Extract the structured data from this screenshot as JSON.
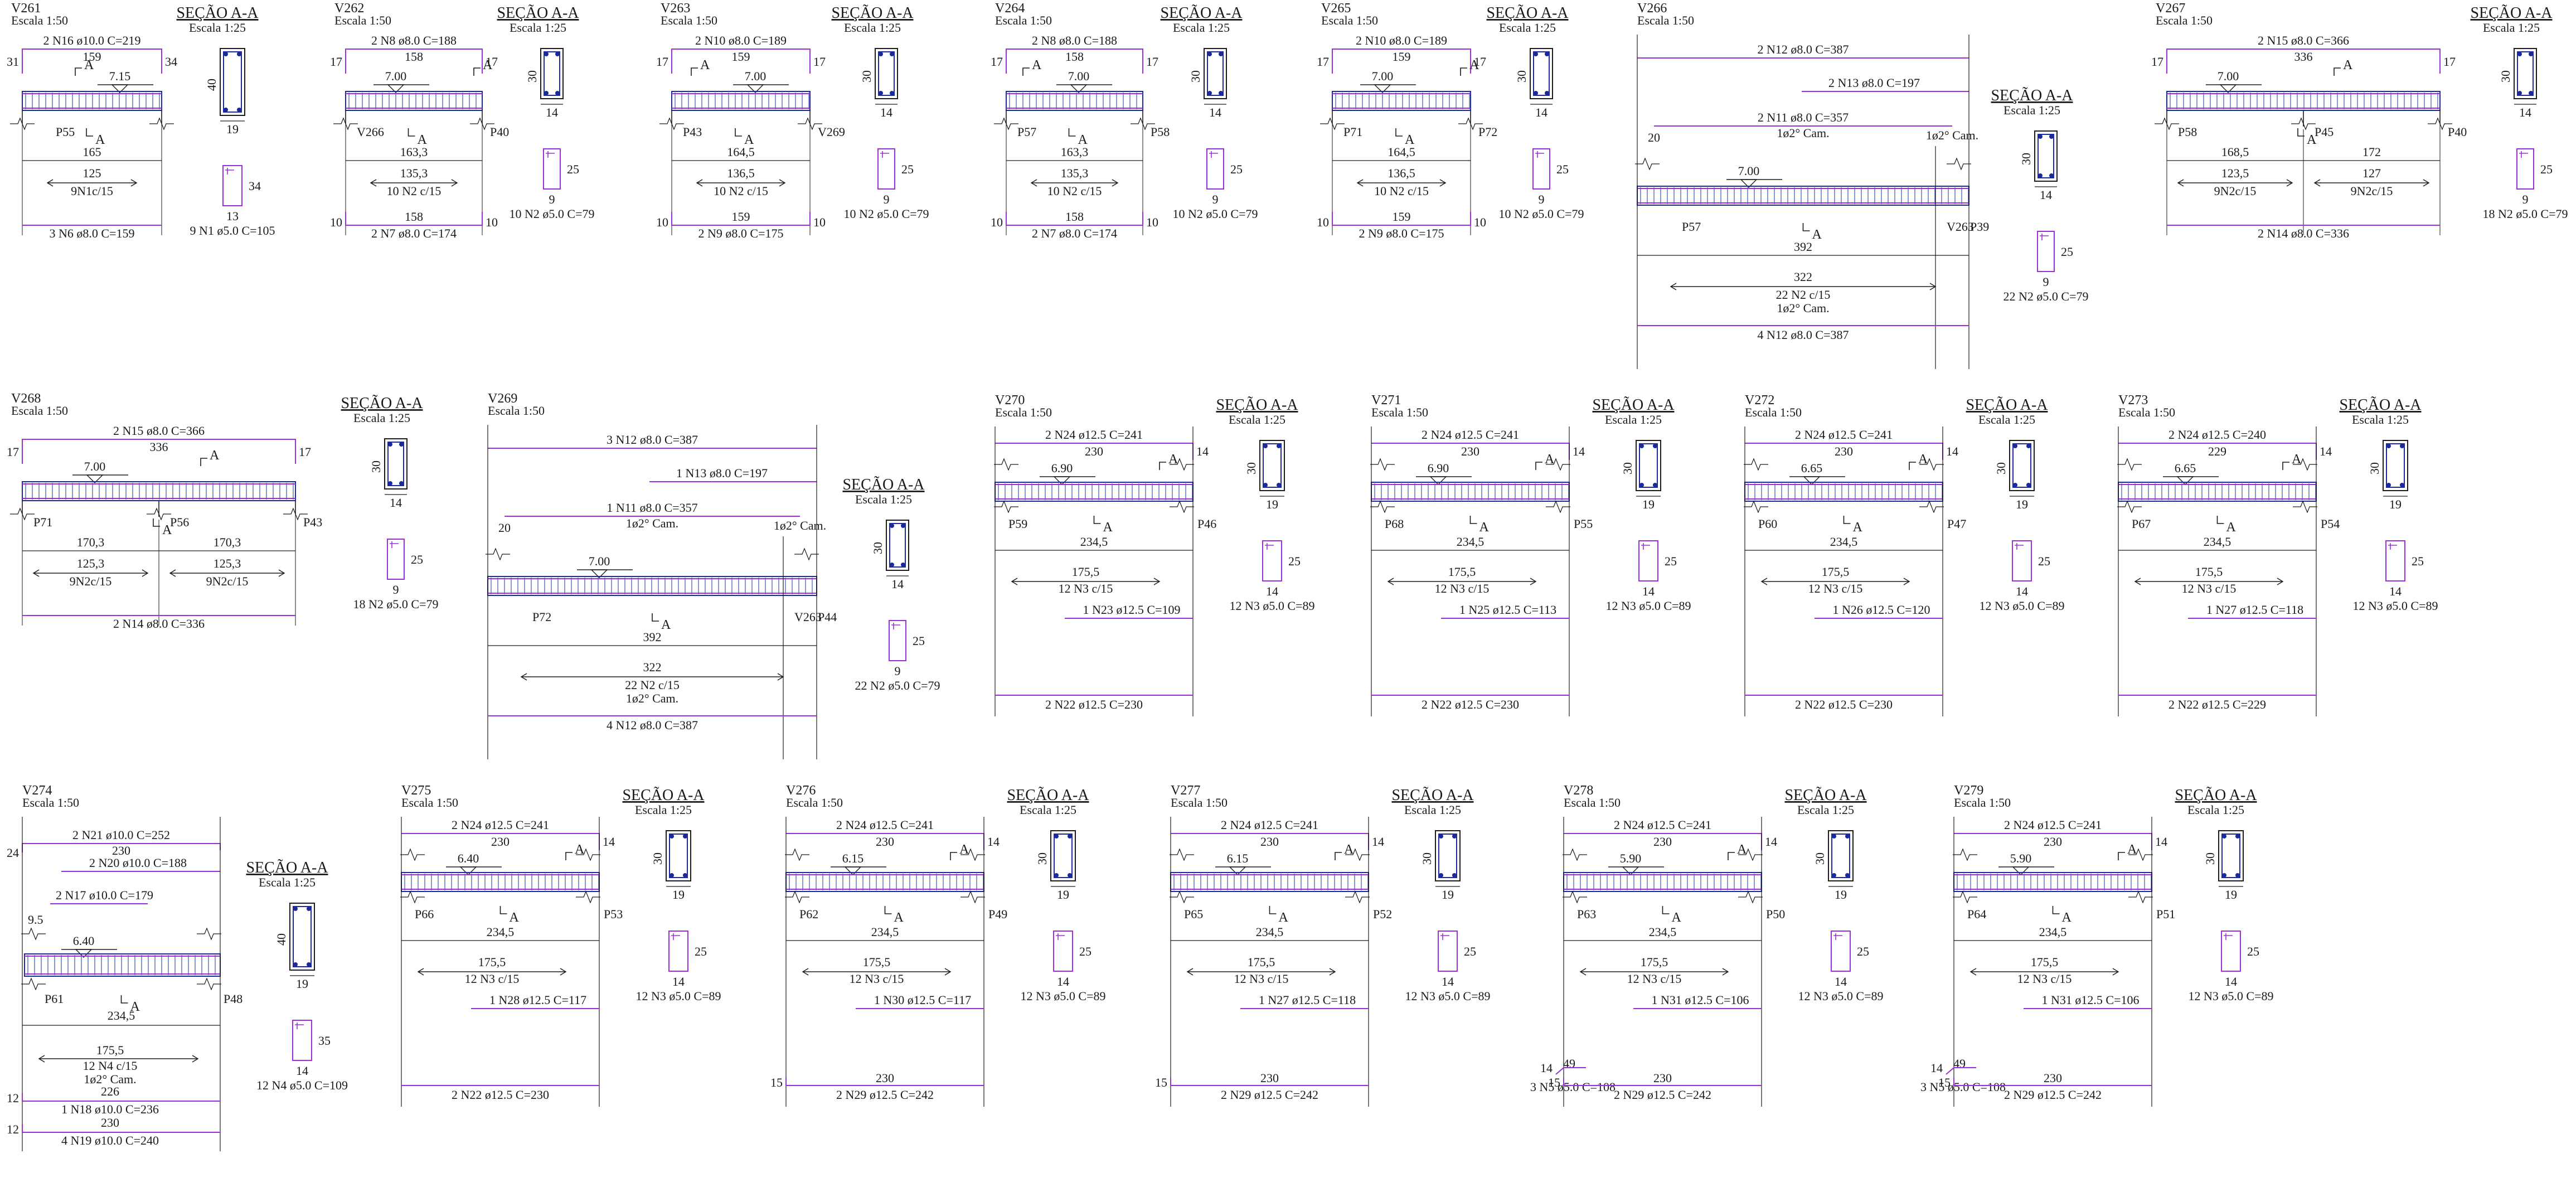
{
  "colors": {
    "rebar_long": "#9b30d9",
    "rebar_stirrup": "#9b30d9",
    "concrete": "#1a1a1a",
    "section_bar": "#1a2a9a",
    "text": "#1a1a1a",
    "background": "#ffffff"
  },
  "section_title": "SEÇÃO A-A",
  "section_scale": "Escala 1:25",
  "beams": [
    {
      "id": "V261",
      "scale": "Escala 1:50",
      "top_label": "2 N16 ø10.0 C=219",
      "top_dim": "159",
      "left_hook": "31",
      "right_hook": "34",
      "level": "7.15",
      "supports": [
        "P55"
      ],
      "span_label": "165",
      "stirrup_dist": "125",
      "stirrup_count": "9N1c/15",
      "bottom_label": "3 N6 ø8.0 C=159",
      "sec_h": "40",
      "sec_w": "19",
      "stir_h": "34",
      "stir_w": "13",
      "stir_label": "9 N1 ø5.0 C=105"
    },
    {
      "id": "V262",
      "scale": "Escala 1:50",
      "top_label": "2 N8 ø8.0 C=188",
      "top_dim": "158",
      "left_hook": "17",
      "right_hook": "17",
      "level": "7.00",
      "supports": [
        "V266",
        "P40"
      ],
      "span_label": "163,3",
      "stirrup_dist": "135,3",
      "stirrup_count": "10 N2 c/15",
      "bottom_dim": "158",
      "bottom_hooks": [
        "10",
        "10"
      ],
      "bottom_label": "2 N7 ø8.0 C=174",
      "sec_h": "30",
      "sec_w": "14",
      "stir_h": "25",
      "stir_w": "9",
      "stir_label": "10 N2 ø5.0 C=79"
    },
    {
      "id": "V263",
      "scale": "Escala 1:50",
      "top_label": "2 N10 ø8.0 C=189",
      "top_dim": "159",
      "left_hook": "17",
      "right_hook": "17",
      "level": "7.00",
      "supports": [
        "P43",
        "V269"
      ],
      "span_label": "164,5",
      "stirrup_dist": "136,5",
      "stirrup_count": "10 N2 c/15",
      "bottom_dim": "159",
      "bottom_hooks": [
        "10",
        "10"
      ],
      "bottom_label": "2 N9 ø8.0 C=175",
      "sec_h": "30",
      "sec_w": "14",
      "stir_h": "25",
      "stir_w": "9",
      "stir_label": "10 N2 ø5.0 C=79"
    },
    {
      "id": "V264",
      "scale": "Escala 1:50",
      "top_label": "2 N8 ø8.0 C=188",
      "top_dim": "158",
      "left_hook": "17",
      "right_hook": "17",
      "level": "7.00",
      "supports": [
        "P57",
        "P58"
      ],
      "span_label": "163,3",
      "stirrup_dist": "135,3",
      "stirrup_count": "10 N2 c/15",
      "bottom_dim": "158",
      "bottom_hooks": [
        "10",
        "10"
      ],
      "bottom_label": "2 N7 ø8.0 C=174",
      "sec_h": "30",
      "sec_w": "14",
      "stir_h": "25",
      "stir_w": "9",
      "stir_label": "10 N2 ø5.0 C=79"
    },
    {
      "id": "V265",
      "scale": "Escala 1:50",
      "top_label": "2 N10 ø8.0 C=189",
      "top_dim": "159",
      "left_hook": "17",
      "right_hook": "17",
      "level": "7.00",
      "supports": [
        "P71",
        "P72"
      ],
      "span_label": "164,5",
      "stirrup_dist": "136,5",
      "stirrup_count": "10 N2 c/15",
      "bottom_dim": "159",
      "bottom_hooks": [
        "10",
        "10"
      ],
      "bottom_label": "2 N9 ø8.0 C=175",
      "sec_h": "30",
      "sec_w": "14",
      "stir_h": "25",
      "stir_w": "9",
      "stir_label": "10 N2 ø5.0 C=79"
    },
    {
      "id": "V266",
      "scale": "Escala 1:50",
      "bars": [
        "2 N12 ø8.0 C=387",
        "2 N13 ø8.0 C=197",
        "2 N11 ø8.0 C=357",
        "1ø2° Cam.",
        "1ø2° Cam.",
        "20"
      ],
      "level": "7.00",
      "supports": [
        "P57",
        "V263",
        "P39"
      ],
      "span_label": "392",
      "stirrup_dist": "322",
      "stirrup_count": "22 N2 c/15",
      "stirrup_note": "1ø2° Cam.",
      "bottom_label": "4 N12 ø8.0 C=387",
      "sec_h": "30",
      "sec_w": "14",
      "stir_h": "25",
      "stir_w": "9",
      "stir_label": "22 N2 ø5.0 C=79"
    },
    {
      "id": "V267",
      "scale": "Escala 1:50",
      "top_label": "2 N15 ø8.0 C=366",
      "top_dim": "336",
      "left_hook": "17",
      "right_hook": "17",
      "level": "7.00",
      "supports": [
        "P58",
        "P45",
        "P40"
      ],
      "span_labels": [
        "168,5",
        "172"
      ],
      "stirrup_dists": [
        "123,5",
        "127"
      ],
      "stirrup_counts": [
        "9N2c/15",
        "9N2c/15"
      ],
      "bottom_label": "2 N14 ø8.0 C=336",
      "sec_h": "30",
      "sec_w": "14",
      "stir_h": "25",
      "stir_w": "9",
      "stir_label": "18 N2 ø5.0 C=79"
    },
    {
      "id": "V268",
      "scale": "Escala 1:50",
      "top_label": "2 N15 ø8.0 C=366",
      "top_dim": "336",
      "left_hook": "17",
      "right_hook": "17",
      "level": "7.00",
      "supports": [
        "P71",
        "P56",
        "P43"
      ],
      "span_labels": [
        "170,3",
        "170,3"
      ],
      "stirrup_dists": [
        "125,3",
        "125,3"
      ],
      "stirrup_counts": [
        "9N2c/15",
        "9N2c/15"
      ],
      "bottom_label": "2 N14 ø8.0 C=336",
      "sec_h": "30",
      "sec_w": "14",
      "stir_h": "25",
      "stir_w": "9",
      "stir_label": "18 N2 ø5.0 C=79"
    },
    {
      "id": "V269",
      "scale": "Escala 1:50",
      "bars": [
        "3 N12 ø8.0 C=387",
        "1 N13 ø8.0 C=197",
        "1 N11 ø8.0 C=357",
        "1ø2° Cam.",
        "1ø2° Cam.",
        "20"
      ],
      "level": "7.00",
      "supports": [
        "P72",
        "V263",
        "P44"
      ],
      "span_label": "392",
      "stirrup_dist": "322",
      "stirrup_count": "22 N2 c/15",
      "stirrup_note": "1ø2° Cam.",
      "bottom_label": "4 N12 ø8.0 C=387",
      "sec_h": "30",
      "sec_w": "14",
      "stir_h": "25",
      "stir_w": "9",
      "stir_label": "22 N2 ø5.0 C=79"
    },
    {
      "id": "V270",
      "scale": "Escala 1:50",
      "top_label": "2 N24 ø12.5 C=241",
      "top_dim": "230",
      "right_hook": "14",
      "level": "6.90",
      "supports": [
        "P59",
        "P46"
      ],
      "span_label": "234,5",
      "stirrup_dist": "175,5",
      "stirrup_count": "12 N3 c/15",
      "extra_bar": "1 N23 ø12.5 C=109",
      "bottom_label": "2 N22 ø12.5 C=230",
      "sec_h": "30",
      "sec_w": "19",
      "stir_h": "25",
      "stir_w": "14",
      "stir_label": "12 N3 ø5.0 C=89"
    },
    {
      "id": "V271",
      "scale": "Escala 1:50",
      "top_label": "2 N24 ø12.5 C=241",
      "top_dim": "230",
      "right_hook": "14",
      "level": "6.90",
      "supports": [
        "P68",
        "P55"
      ],
      "span_label": "234,5",
      "stirrup_dist": "175,5",
      "stirrup_count": "12 N3 c/15",
      "extra_bar": "1 N25 ø12.5 C=113",
      "bottom_label": "2 N22 ø12.5 C=230",
      "sec_h": "30",
      "sec_w": "19",
      "stir_h": "25",
      "stir_w": "14",
      "stir_label": "12 N3 ø5.0 C=89"
    },
    {
      "id": "V272",
      "scale": "Escala 1:50",
      "top_label": "2 N24 ø12.5 C=241",
      "top_dim": "230",
      "right_hook": "14",
      "level": "6.65",
      "supports": [
        "P60",
        "P47"
      ],
      "span_label": "234,5",
      "stirrup_dist": "175,5",
      "stirrup_count": "12 N3 c/15",
      "extra_bar": "1 N26 ø12.5 C=120",
      "bottom_label": "2 N22 ø12.5 C=230",
      "sec_h": "30",
      "sec_w": "19",
      "stir_h": "25",
      "stir_w": "14",
      "stir_label": "12 N3 ø5.0 C=89"
    },
    {
      "id": "V273",
      "scale": "Escala 1:50",
      "top_label": "2 N24 ø12.5 C=240",
      "top_dim": "229",
      "right_hook": "14",
      "level": "6.65",
      "supports": [
        "P67",
        "P54"
      ],
      "span_label": "234,5",
      "stirrup_dist": "175,5",
      "stirrup_count": "12 N3 c/15",
      "extra_bar": "1 N27 ø12.5 C=118",
      "bottom_label": "2 N22 ø12.5 C=229",
      "sec_h": "30",
      "sec_w": "19",
      "stir_h": "25",
      "stir_w": "14",
      "stir_label": "12 N3 ø5.0 C=89"
    },
    {
      "id": "V274",
      "scale": "Escala 1:50",
      "bars": [
        "2 N21 ø10.0 C=252",
        "230",
        "2 N20 ø10.0 C=188",
        "2 N17 ø10.0 C=179",
        "24",
        "9.5"
      ],
      "level": "6.40",
      "supports": [
        "P61",
        "P48"
      ],
      "span_label": "234,5",
      "stirrup_dist": "175,5",
      "stirrup_count": "12 N4 c/15",
      "stirrup_note": "1ø2° Cam.",
      "low_bars": [
        "226",
        "1 N18 ø10.0 C=236",
        "230",
        "4 N19 ø10.0 C=240",
        "12",
        "12"
      ],
      "sec_h": "40",
      "sec_w": "19",
      "stir_h": "35",
      "stir_w": "14",
      "stir_label": "12 N4 ø5.0 C=109"
    },
    {
      "id": "V275",
      "scale": "Escala 1:50",
      "top_label": "2 N24 ø12.5 C=241",
      "top_dim": "230",
      "right_hook": "14",
      "level": "6.40",
      "supports": [
        "P66",
        "P53"
      ],
      "span_label": "234,5",
      "stirrup_dist": "175,5",
      "stirrup_count": "12 N3 c/15",
      "extra_bar": "1 N28 ø12.5 C=117",
      "bottom_label": "2 N22 ø12.5 C=230",
      "sec_h": "30",
      "sec_w": "19",
      "stir_h": "25",
      "stir_w": "14",
      "stir_label": "12 N3 ø5.0 C=89"
    },
    {
      "id": "V276",
      "scale": "Escala 1:50",
      "top_label": "2 N24 ø12.5 C=241",
      "top_dim": "230",
      "right_hook": "14",
      "level": "6.15",
      "supports": [
        "P62",
        "P49"
      ],
      "span_label": "234,5",
      "stirrup_dist": "175,5",
      "stirrup_count": "12 N3 c/15",
      "extra_bar": "1 N30 ø12.5 C=117",
      "bottom_dim": "230",
      "bottom_hook": "15",
      "bottom_label": "2 N29 ø12.5 C=242",
      "sec_h": "30",
      "sec_w": "19",
      "stir_h": "25",
      "stir_w": "14",
      "stir_label": "12 N3 ø5.0 C=89"
    },
    {
      "id": "V277",
      "scale": "Escala 1:50",
      "top_label": "2 N24 ø12.5 C=241",
      "top_dim": "230",
      "right_hook": "14",
      "level": "6.15",
      "supports": [
        "P65",
        "P52"
      ],
      "span_label": "234,5",
      "stirrup_dist": "175,5",
      "stirrup_count": "12 N3 c/15",
      "extra_bar": "1 N27 ø12.5 C=118",
      "bottom_dim": "230",
      "bottom_hook": "15",
      "bottom_label": "2 N29 ø12.5 C=242",
      "sec_h": "30",
      "sec_w": "19",
      "stir_h": "25",
      "stir_w": "14",
      "stir_label": "12 N3 ø5.0 C=89"
    },
    {
      "id": "V278",
      "scale": "Escala 1:50",
      "top_label": "2 N24 ø12.5 C=241",
      "top_dim": "230",
      "right_hook": "14",
      "level": "5.90",
      "supports": [
        "P63",
        "P50"
      ],
      "span_label": "234,5",
      "stirrup_dist": "175,5",
      "stirrup_count": "12 N3 c/15",
      "extra_bar": "1 N31 ø12.5 C=106",
      "small_bar": "3 N5 ø5.0 C=108",
      "small_dims": [
        "14",
        "49"
      ],
      "bottom_dim": "230",
      "bottom_hook": "15",
      "bottom_label": "2 N29 ø12.5 C=242",
      "sec_h": "30",
      "sec_w": "19",
      "stir_h": "25",
      "stir_w": "14",
      "stir_label": "12 N3 ø5.0 C=89"
    },
    {
      "id": "V279",
      "scale": "Escala 1:50",
      "top_label": "2 N24 ø12.5 C=241",
      "top_dim": "230",
      "right_hook": "14",
      "level": "5.90",
      "supports": [
        "P64",
        "P51"
      ],
      "span_label": "234,5",
      "stirrup_dist": "175,5",
      "stirrup_count": "12 N3 c/15",
      "extra_bar": "1 N31 ø12.5 C=106",
      "small_bar": "3 N5 ø5.0 C=108",
      "small_dims": [
        "14",
        "49"
      ],
      "bottom_dim": "230",
      "bottom_hook": "15",
      "bottom_label": "2 N29 ø12.5 C=242",
      "sec_h": "30",
      "sec_w": "19",
      "stir_h": "25",
      "stir_w": "14",
      "stir_label": "12 N3 ø5.0 C=89"
    }
  ]
}
